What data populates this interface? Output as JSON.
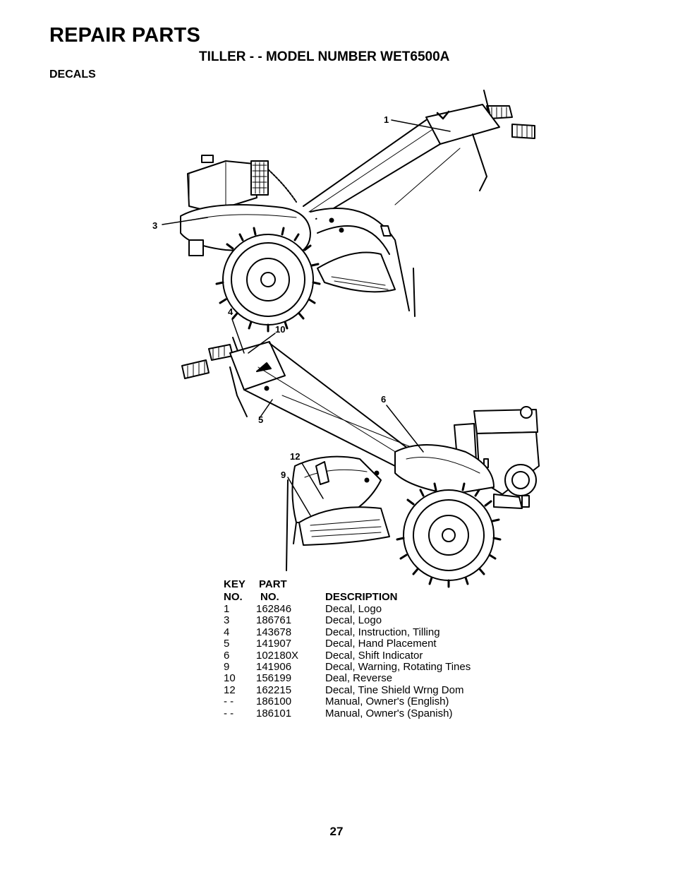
{
  "header": {
    "title": "REPAIR PARTS",
    "subtitle": "TILLER - - MODEL NUMBER WET6500A",
    "section": "DECALS"
  },
  "callouts": [
    "1",
    "3",
    "4",
    "10",
    "6",
    "5",
    "12",
    "9"
  ],
  "table": {
    "headers": {
      "key_top": "KEY",
      "key_bottom": "NO.",
      "part_top": "PART",
      "part_bottom": "NO.",
      "description": "DESCRIPTION"
    },
    "rows": [
      {
        "key": "1",
        "part": "162846",
        "description": "Decal, Logo"
      },
      {
        "key": "3",
        "part": "186761",
        "description": "Decal, Logo"
      },
      {
        "key": "4",
        "part": "143678",
        "description": "Decal, Instruction, Tilling"
      },
      {
        "key": "5",
        "part": "141907",
        "description": "Decal, Hand Placement"
      },
      {
        "key": "6",
        "part": "102180X",
        "description": "Decal, Shift Indicator"
      },
      {
        "key": "9",
        "part": "141906",
        "description": "Decal, Warning, Rotating Tines"
      },
      {
        "key": "10",
        "part": "156199",
        "description": "Deal, Reverse"
      },
      {
        "key": "12",
        "part": "162215",
        "description": "Decal, Tine Shield Wrng Dom"
      },
      {
        "key": " - -",
        "part": "186100",
        "description": "Manual, Owner's (English)"
      },
      {
        "key": " - -",
        "part": "186101",
        "description": "Manual, Owner's (Spanish)"
      }
    ]
  },
  "page_number": "27"
}
